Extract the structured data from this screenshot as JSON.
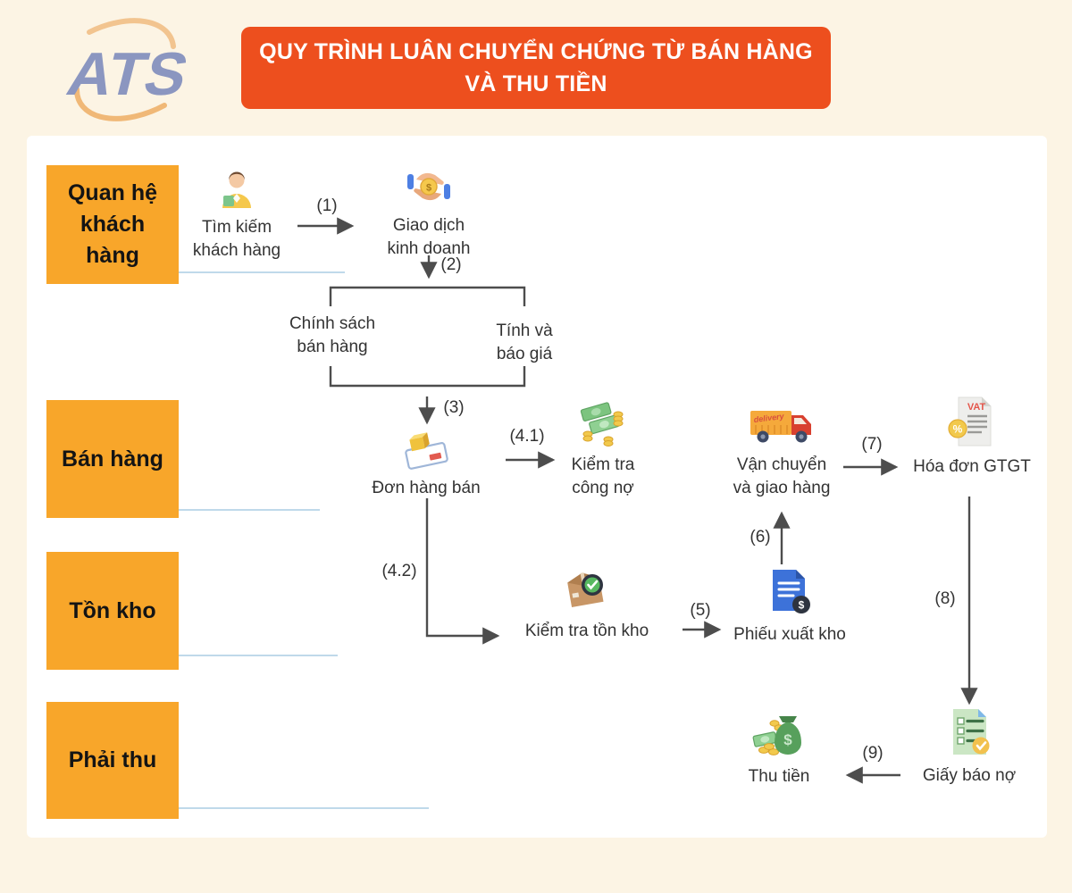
{
  "logo": {
    "text": "ATS"
  },
  "banner": {
    "line1": "QUY TRÌNH LUÂN CHUYỂN CHỨNG TỪ BÁN HÀNG",
    "line2": "VÀ THU TIỀN"
  },
  "lanes": [
    {
      "label": "Quan hệ khách hàng"
    },
    {
      "label": "Bán hàng"
    },
    {
      "label": "Tồn kho"
    },
    {
      "label": "Phải thu"
    }
  ],
  "nodes": {
    "tim_kiem": {
      "label": "Tìm kiếm\nkhách hàng",
      "icon": "customer-person-icon"
    },
    "giao_dich": {
      "label": "Giao dịch\nkinh doanh",
      "icon": "deal-coin-hands-icon"
    },
    "chinh_sach": {
      "label": "Chính sách\nbán hàng"
    },
    "tinh_bao_gia": {
      "label": "Tính và\nbáo giá"
    },
    "don_hang": {
      "label": "Đơn hàng bán",
      "icon": "sales-order-icon"
    },
    "cong_no": {
      "label": "Kiểm tra\ncông nợ",
      "icon": "money-stack-icon"
    },
    "van_chuyen": {
      "label": "Vận chuyển\nvà giao hàng",
      "icon": "delivery-truck-icon"
    },
    "hoa_don": {
      "label": "Hóa đơn GTGT",
      "icon": "vat-invoice-icon"
    },
    "ton_kho": {
      "label": "Kiểm tra tồn kho",
      "icon": "inventory-box-check-icon"
    },
    "phieu_xuat": {
      "label": "Phiếu xuất kho",
      "icon": "stock-issue-doc-icon"
    },
    "thu_tien": {
      "label": "Thu tiền",
      "icon": "money-bag-icon"
    },
    "giay_bao_no": {
      "label": "Giấy báo nợ",
      "icon": "debit-note-icon"
    }
  },
  "arrows": {
    "a1": "(1)",
    "a2": "(2)",
    "a3": "(3)",
    "a41": "(4.1)",
    "a42": "(4.2)",
    "a5": "(5)",
    "a6": "(6)",
    "a7": "(7)",
    "a8": "(8)",
    "a9": "(9)"
  },
  "icon_text": {
    "dollar": "$",
    "percent": "%",
    "vat": "VAT",
    "delivery": "delivery"
  },
  "colors": {
    "background": "#FCF4E4",
    "banner_orange": "#ED4F1E",
    "lane_orange": "#F8A62A",
    "arrow_gray": "#4D4D4D",
    "divider_blue": "#BFD9EA",
    "logo_blue": "#8B96C0",
    "logo_swoosh": "#F2C48F"
  }
}
